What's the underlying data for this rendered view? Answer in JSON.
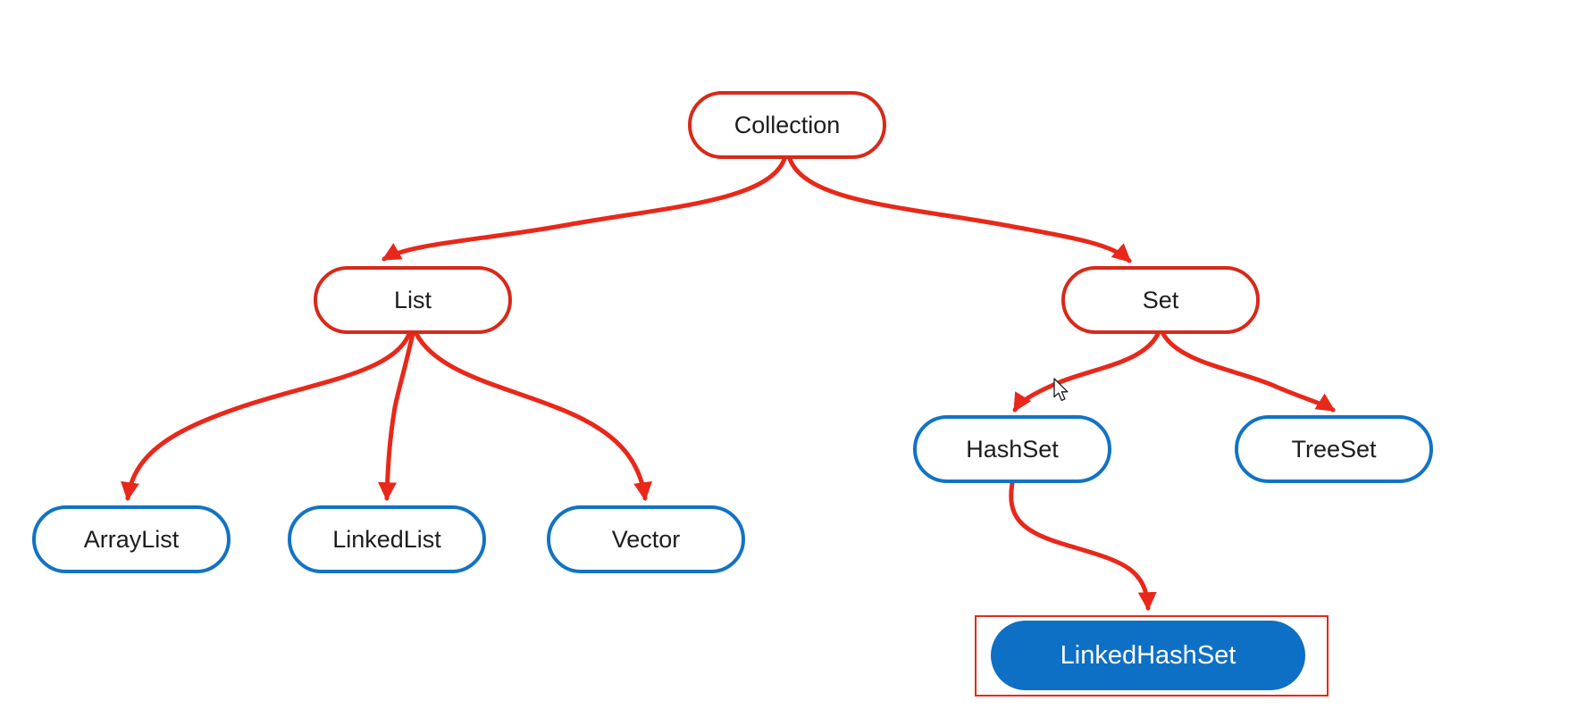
{
  "diagram": {
    "type": "tree",
    "nodes": {
      "collection": {
        "label": "Collection",
        "variant": "red-outline"
      },
      "list": {
        "label": "List",
        "variant": "red-outline"
      },
      "set": {
        "label": "Set",
        "variant": "red-outline"
      },
      "arraylist": {
        "label": "ArrayList",
        "variant": "blue-outline"
      },
      "linkedlist": {
        "label": "LinkedList",
        "variant": "blue-outline"
      },
      "vector": {
        "label": "Vector",
        "variant": "blue-outline"
      },
      "hashset": {
        "label": "HashSet",
        "variant": "blue-outline"
      },
      "treeset": {
        "label": "TreeSet",
        "variant": "blue-outline"
      },
      "linkedhashset": {
        "label": "LinkedHashSet",
        "variant": "blue-filled",
        "selected": true
      }
    },
    "edges": [
      {
        "from": "Collection",
        "to": "List"
      },
      {
        "from": "Collection",
        "to": "Set"
      },
      {
        "from": "List",
        "to": "ArrayList"
      },
      {
        "from": "List",
        "to": "LinkedList"
      },
      {
        "from": "List",
        "to": "Vector"
      },
      {
        "from": "Set",
        "to": "HashSet"
      },
      {
        "from": "Set",
        "to": "TreeSet"
      },
      {
        "from": "HashSet",
        "to": "LinkedHashSet"
      }
    ],
    "colors": {
      "red_node_border": "#d8291a",
      "arrow_red": "#e8281a",
      "blue_node_border": "#1273c4",
      "blue_node_fill": "#0e70c5",
      "node_background": "#ffffff",
      "text": "#1d1d1d",
      "selected_node_text": "#ffffff",
      "selection_box_border": "#e8281a"
    },
    "cursor": {
      "type": "arrow-pointer",
      "visible": true
    }
  }
}
